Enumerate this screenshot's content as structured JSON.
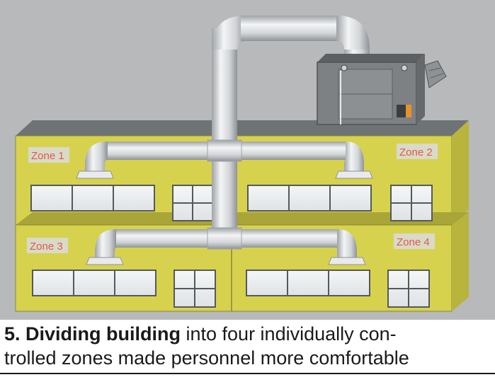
{
  "zones": {
    "zone1": "Zone 1",
    "zone2": "Zone 2",
    "zone3": "Zone 3",
    "zone4": "Zone 4"
  },
  "caption": {
    "number_bold": "5. Dividing building",
    "line1_rest": " into four individually con-",
    "line2": "trolled zones made personnel more comfortable"
  },
  "colors": {
    "background": "#b7b9bb",
    "building_yellow": "#d7d24e",
    "roof_gray": "#6e7376",
    "zone_label": "#e05a4a",
    "duct": "#d9dcdf",
    "hvac_unit": "#7d8184"
  }
}
